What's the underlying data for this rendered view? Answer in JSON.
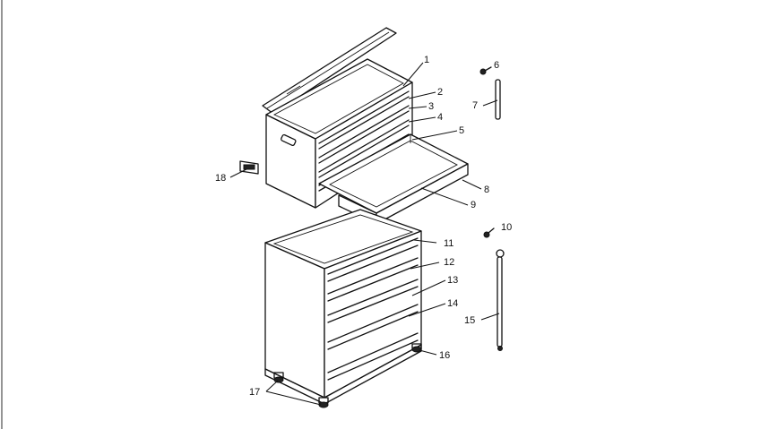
{
  "callouts": {
    "c1": "1",
    "c2": "2",
    "c3": "3",
    "c4": "4",
    "c5": "5",
    "c6": "6",
    "c7": "7",
    "c8": "8",
    "c9": "9",
    "c10": "10",
    "c11": "11",
    "c12": "12",
    "c13": "13",
    "c14": "14",
    "c15": "15",
    "c16": "16",
    "c17": "17",
    "c18": "18"
  },
  "colors": {
    "ink": "#111111",
    "paper": "#ffffff"
  }
}
